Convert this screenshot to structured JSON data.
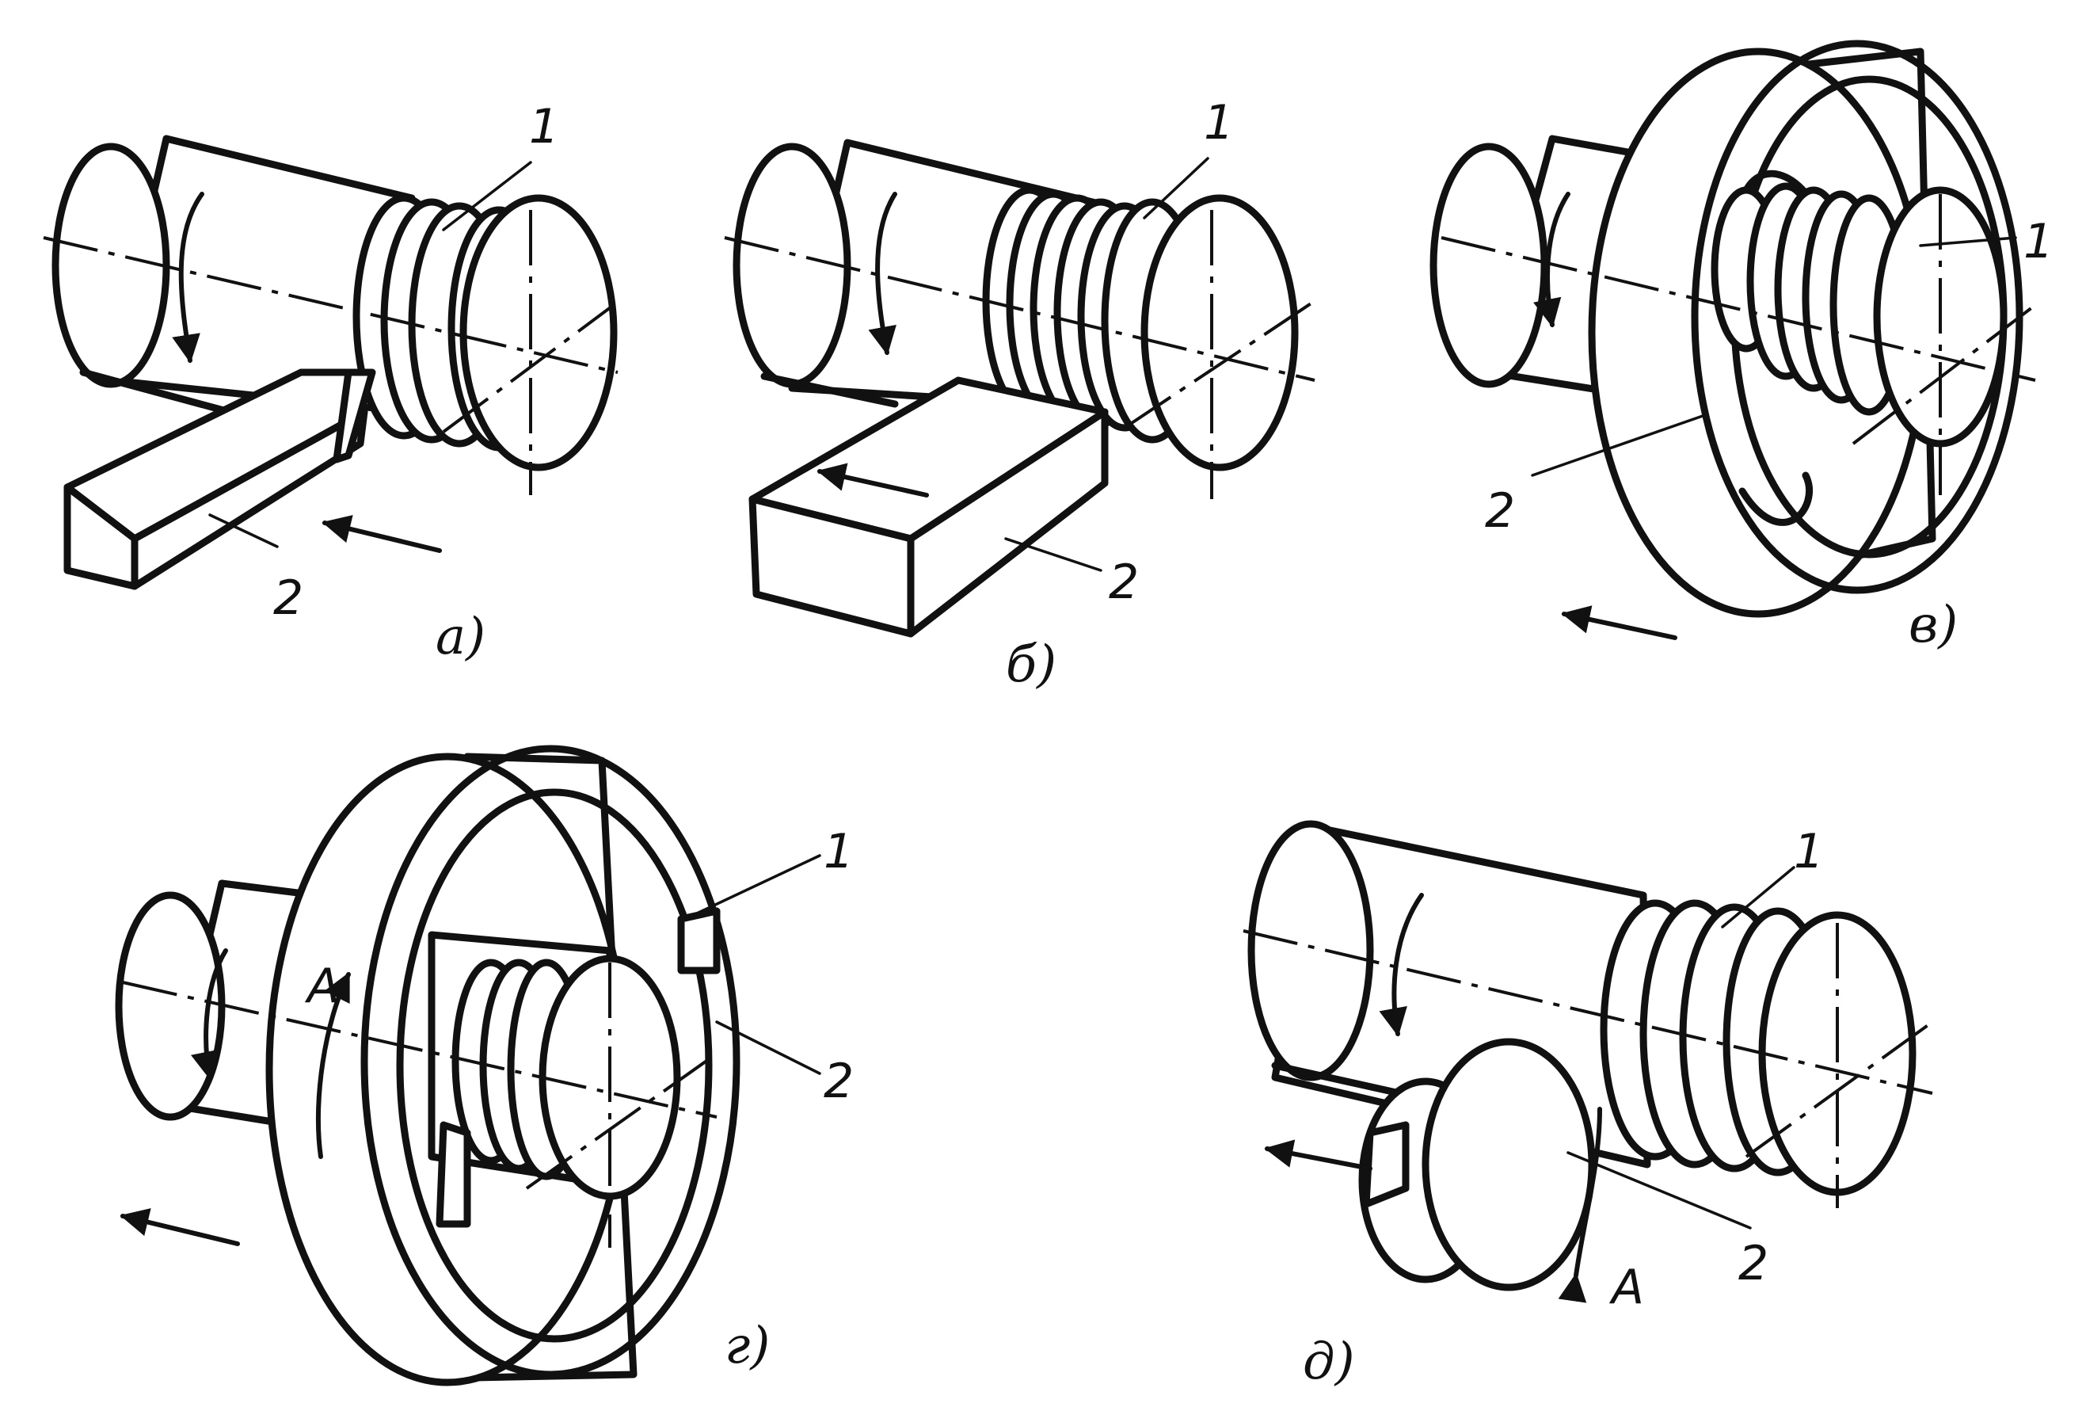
{
  "panels": [
    {
      "caption": "а)",
      "part1": "1",
      "part2": "2"
    },
    {
      "caption": "б)",
      "part1": "1",
      "part2": "2"
    },
    {
      "caption": "в)",
      "part1": "1",
      "part2": "2"
    },
    {
      "caption": "г)",
      "part1": "1",
      "part2": "2",
      "rotation": "A"
    },
    {
      "caption": "д)",
      "part1": "1",
      "part2": "2",
      "rotation": "A"
    }
  ],
  "colors": {
    "ink": "#111111",
    "paper": "#ffffff"
  }
}
